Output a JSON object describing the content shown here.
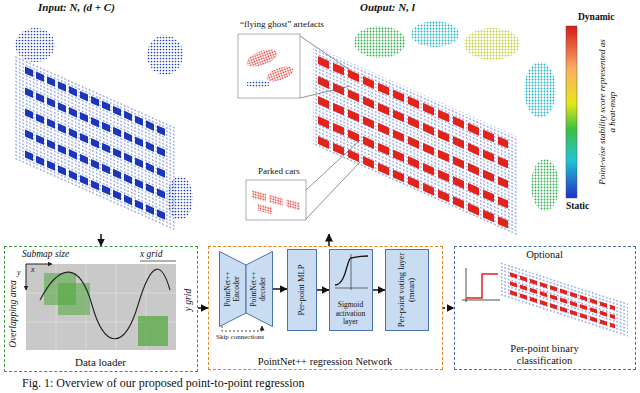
{
  "diagram": {
    "caption": "Fig. 1: Overview of our proposed point-to-point regression",
    "nodes": [
      {
        "text": [
          "Input: N, (d + C)"
        ]
      },
      {
        "text": [
          "Output: N, l"
        ]
      },
      {
        "text": [
          "Data loader"
        ]
      },
      {
        "text": [
          "PointNet++ regression Network"
        ]
      },
      {
        "text": [
          "PointNet++ Encoder",
          "PointNet++ decoder"
        ],
        "in": 3
      },
      {
        "text": [
          "Per-point MLP"
        ],
        "in": 3
      },
      {
        "text": [
          "Sigmoid activation layer"
        ],
        "in": 3
      },
      {
        "text": [
          "Per-point voting layer (mean)"
        ],
        "in": 3
      },
      {
        "text": [
          "Optional",
          "Per-point binary classification"
        ]
      }
    ],
    "edges": [
      {
        "from": 0,
        "to": 2,
        "arrow": "to"
      },
      {
        "from": 2,
        "to": 3,
        "arrow": "to"
      },
      {
        "from": 3,
        "to": 1,
        "arrow": "to"
      },
      {
        "from": 4,
        "to": 5,
        "arrow": "to"
      },
      {
        "from": 5,
        "to": 6,
        "arrow": "to"
      },
      {
        "from": 6,
        "to": 7,
        "arrow": "to"
      },
      {
        "from": 3,
        "to": 8,
        "arrow": "to"
      }
    ],
    "labels": [
      "“flying ghost” artefacts",
      "Parked cars",
      "Dynamic",
      "Static",
      "Point-wise stability score represented as a heat-map",
      "Submap size",
      "x grid",
      "y grid",
      "Overlapping area",
      "x",
      "y",
      "Skip connections"
    ]
  }
}
